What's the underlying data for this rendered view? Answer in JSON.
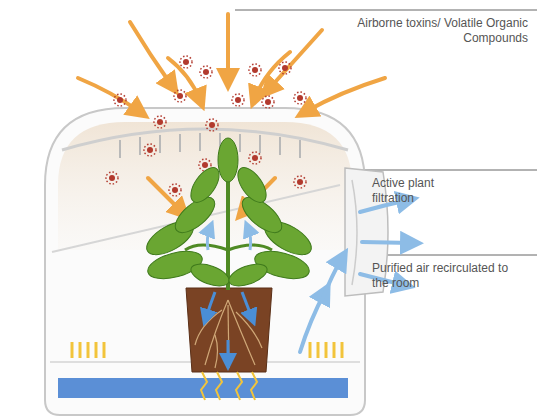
{
  "diagram": {
    "labels": [
      "Airborne toxins/ Volatile Organic Compounds",
      "Active plant filtration",
      "Purified air recirculated to the room"
    ]
  }
}
